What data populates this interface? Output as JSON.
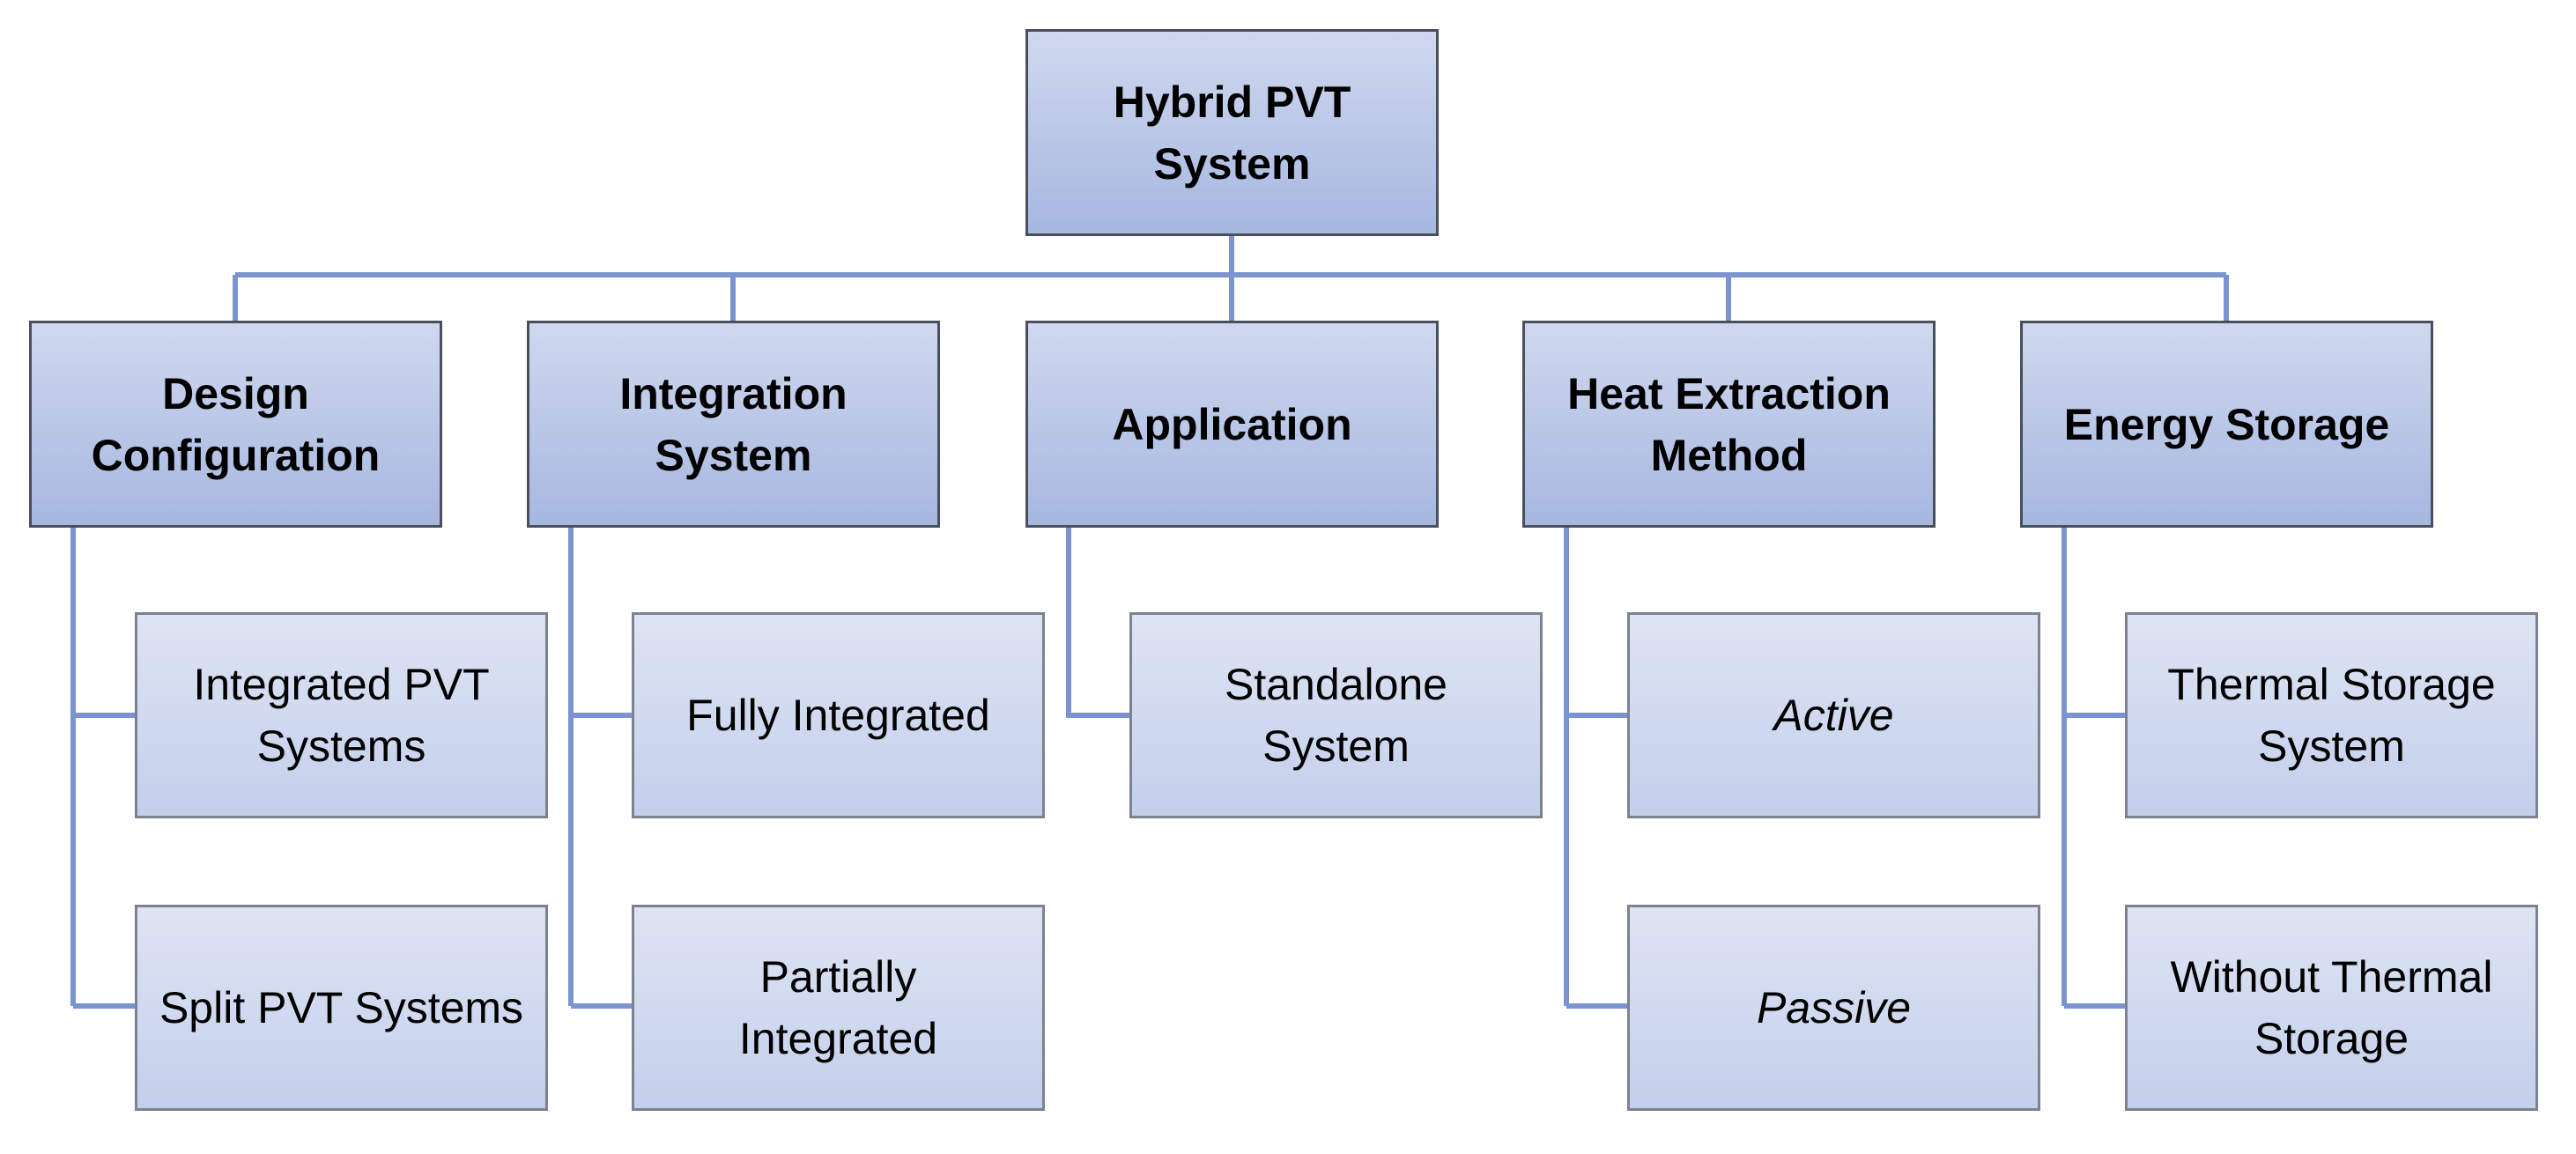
{
  "diagram": {
    "colors": {
      "connector": "#7b93cf",
      "level1_fill_top": "#cfd8ee",
      "level1_fill_bottom": "#a6b7e0",
      "level2_fill_top": "#dee4f3",
      "level2_fill_bottom": "#c3cfeb",
      "border": "#555a66"
    },
    "root": {
      "label": "Hybrid PVT\nSystem"
    },
    "categories": [
      {
        "label": "Design\nConfiguration",
        "children": [
          {
            "label": "Integrated PVT\nSystems"
          },
          {
            "label": "Split PVT Systems"
          }
        ]
      },
      {
        "label": "Integration\nSystem",
        "children": [
          {
            "label": "Fully Integrated"
          },
          {
            "label": "Partially\nIntegrated"
          }
        ]
      },
      {
        "label": "Application",
        "children": [
          {
            "label": "Standalone\nSystem"
          }
        ]
      },
      {
        "label": "Heat Extraction\nMethod",
        "children": [
          {
            "label": "Active",
            "italic": true
          },
          {
            "label": "Passive",
            "italic": true
          }
        ]
      },
      {
        "label": "Energy Storage",
        "children": [
          {
            "label": "Thermal Storage\nSystem"
          },
          {
            "label": "Without Thermal\nStorage"
          }
        ]
      }
    ]
  }
}
